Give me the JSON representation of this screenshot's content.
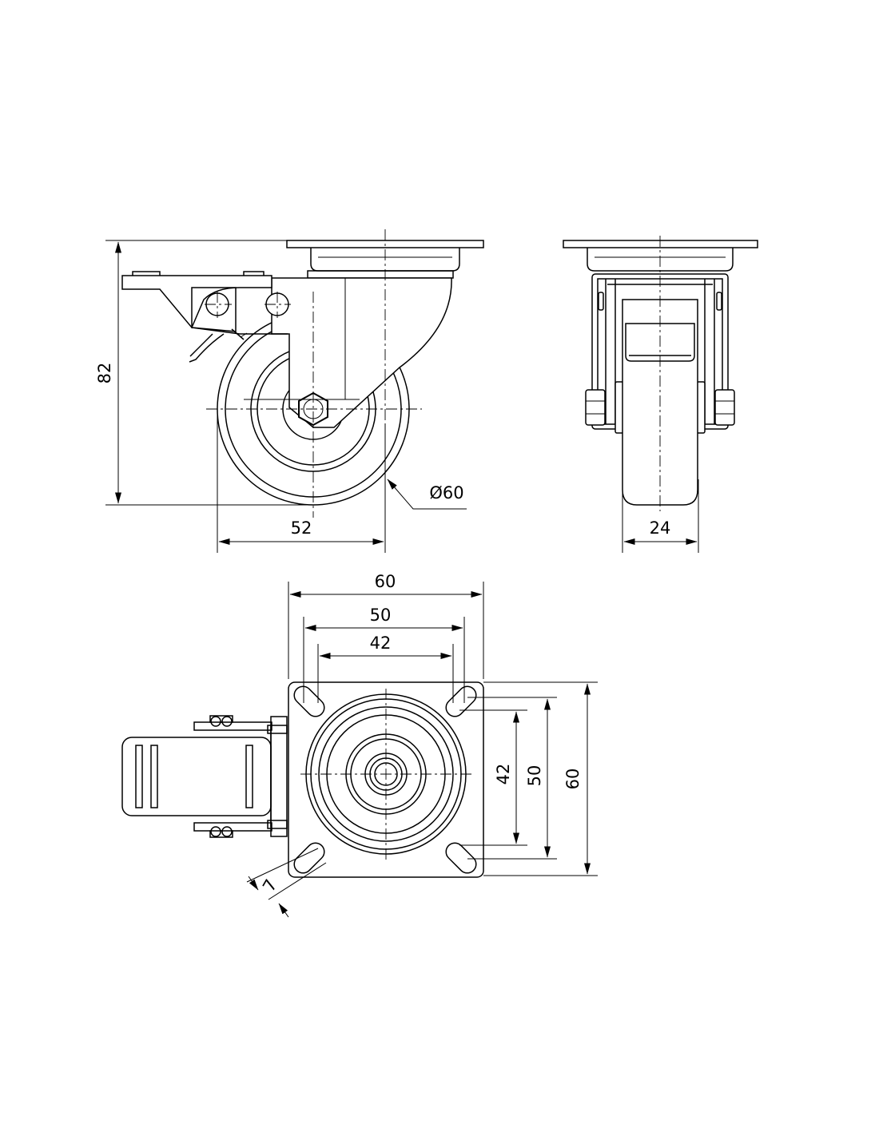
{
  "dimensions": {
    "side_height": "82",
    "wheel_diameter": "Ø60",
    "offset": "52",
    "wheel_width": "24",
    "plate_width": "60",
    "bolt_spacing_outer": "50",
    "bolt_spacing_inner": "42",
    "plate_height": "60",
    "bolt_spacing_outer_v": "50",
    "bolt_spacing_inner_v": "42",
    "slot_width": "7"
  }
}
